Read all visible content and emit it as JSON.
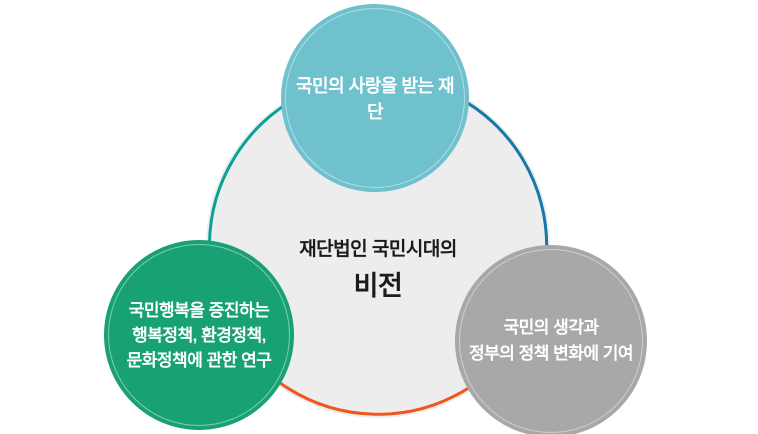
{
  "diagram": {
    "center_title": {
      "line1": "재단법인 국민시대의",
      "line2": "비전",
      "text_color": "#1b1b1b"
    },
    "background_circle": {
      "color": "#ededed"
    },
    "nodes": {
      "top": {
        "label": "국민의 사랑을 받는 재단",
        "color": "#6fc1ce",
        "text_color": "#ffffff"
      },
      "left": {
        "lines": [
          "국민행복을 증진하는",
          "행복정책, 환경정책,",
          "문화정책에 관한 연구"
        ],
        "color": "#18a175",
        "text_color": "#ffffff"
      },
      "right": {
        "lines": [
          "국민의 생각과",
          "정부의 정책 변화에 기여"
        ],
        "color": "#a8a8a8",
        "text_color": "#ffffff"
      }
    },
    "arcs": {
      "left_color": "#0aa296",
      "right_color": "#1478a8",
      "bottom_color": "#f0571c"
    }
  }
}
